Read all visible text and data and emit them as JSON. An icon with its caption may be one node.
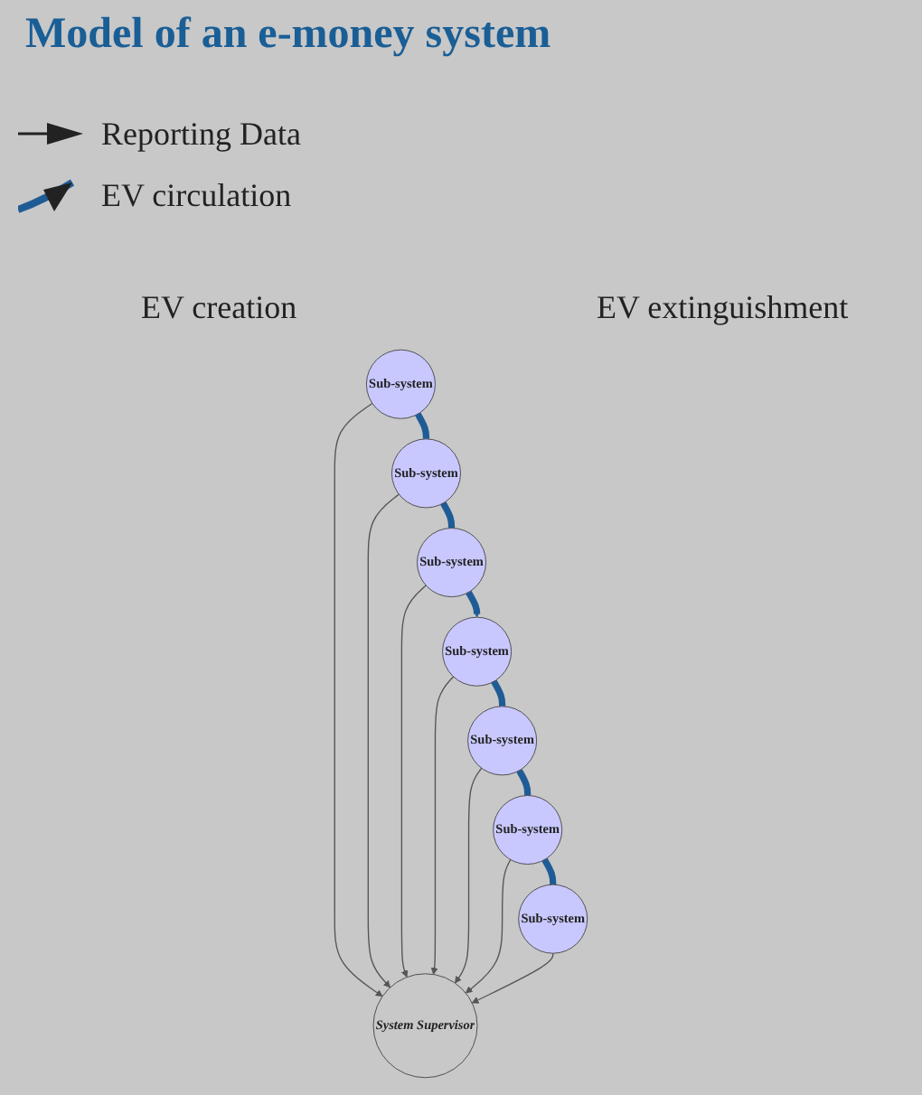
{
  "diagram": {
    "title": "Model of an e-money system",
    "nodes": [
      {
        "text": [
          "Sub-system"
        ]
      },
      {
        "text": [
          "Sub-system"
        ]
      },
      {
        "text": [
          "Sub-system"
        ]
      },
      {
        "text": [
          "System Supervisor"
        ]
      },
      {
        "text": [
          "Sub-system"
        ]
      },
      {
        "text": [
          "Sub-system"
        ]
      },
      {
        "text": [
          "Sub-system"
        ]
      },
      {
        "text": [
          "Sub-system"
        ]
      }
    ],
    "edges": [
      {
        "from": 0,
        "to": 3,
        "arrow": "to"
      },
      {
        "from": 1,
        "to": 3,
        "arrow": "to"
      },
      {
        "from": 2,
        "to": 3,
        "arrow": "to"
      },
      {
        "from": 4,
        "to": 3,
        "arrow": "to"
      },
      {
        "from": 5,
        "to": 3,
        "arrow": "to"
      },
      {
        "from": 6,
        "to": 3,
        "arrow": "to"
      },
      {
        "from": 7,
        "to": 3,
        "arrow": "to"
      },
      {
        "from": 0,
        "to": 2,
        "arrow": "none",
        "style": "thick",
        "color": "#1f5c96"
      },
      {
        "from": 2,
        "to": 5,
        "arrow": "none",
        "style": "thick",
        "color": "#1f5c96"
      },
      {
        "from": 5,
        "to": 7,
        "arrow": "to",
        "style": "thick",
        "color": "#1f5c96"
      },
      {
        "from": 7,
        "to": 6,
        "arrow": "none",
        "style": "thick",
        "color": "#1f5c96"
      },
      {
        "from": 6,
        "to": 4,
        "arrow": "none",
        "style": "thick",
        "color": "#1f5c96"
      },
      {
        "from": 4,
        "to": 1,
        "arrow": "none",
        "style": "thick",
        "color": "#1f5c96"
      }
    ],
    "labels": [
      "EV creation",
      "EV extinguishment"
    ],
    "legend": [
      {
        "text": "Reporting Data"
      },
      {
        "text": "EV circulation"
      }
    ]
  }
}
